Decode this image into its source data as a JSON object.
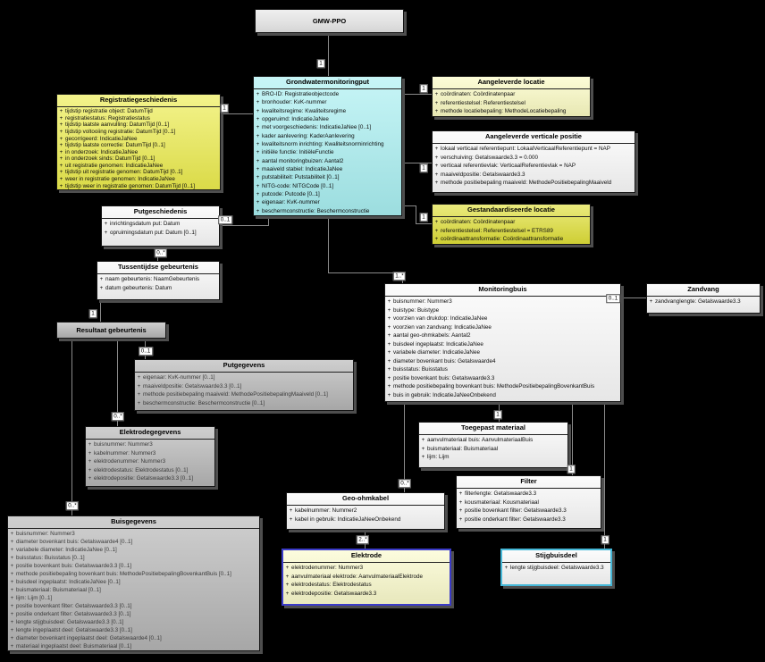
{
  "diagram": {
    "title": "GMW-PPO",
    "background": "#000000"
  },
  "notation": {
    "public_symbol": "+"
  },
  "colors": {
    "yellow_strong": "#EDED4E",
    "yellow_olive": "#E0E038",
    "yellow_pale": "#FBFBC2",
    "cyan": "#A9F0F2",
    "white_box": "#FAFAFA",
    "gray_box": "#B5B5B5",
    "elektrode_border": "#3B3BC8",
    "stijgbuisdeel_border": "#46B8D8"
  },
  "classes": [
    {
      "id": "gmw_ppo",
      "name": "GMW-PPO",
      "fill": "#E8E8E8",
      "attributes": []
    },
    {
      "id": "registratiegeschiedenis",
      "name": "Registratiegeschiedenis",
      "fill": "#EDED4E",
      "attributes": [
        "tijdstip registratie object: DatumTijd",
        "registratiestatus: Registratiestatus",
        "tijdstip laatste aanvulling: DatumTijd [0..1]",
        "tijdstip voltooiing registratie: DatumTijd [0..1]",
        "gecorrigeerd: IndicatieJaNee",
        "tijdstip laatste correctie: DatumTijd [0..1]",
        "in onderzoek: IndicatieJaNee",
        "in onderzoek sinds: DatumTijd [0..1]",
        "uit registratie genomen: IndicatieJaNee",
        "tijdstip uit registratie genomen: DatumTijd [0..1]",
        "weer in registratie genomen: IndicatieJaNee",
        "tijdstip weer in registratie genomen: DatumTijd [0..1]"
      ]
    },
    {
      "id": "grondwatermonitoringput",
      "name": "Grondwatermonitoringput",
      "fill": "#A9F0F2",
      "attributes": [
        "BRO-ID: Registratieobjectcode",
        "bronhouder: KvK-nummer",
        "kwaliteitsregime: Kwaliteitsregime",
        "opgeruimd: IndicatieJaNee",
        "met voorgeschiedenis: IndicatieJaNee [0..1]",
        "kader aanlevering: KaderAanlevering",
        "kwaliteitsnorm inrichting: Kwaliteitsnorminrichting",
        "initiële functie: InitiëleFunctie",
        "aantal monitoringbuizen: Aantal2",
        "maaiveld stabiel: IndicatieJaNee",
        "putstabiliteit: Putstabiliteit [0..1]",
        "NITG-code: NITGCode [0..1]",
        "putcode: Putcode [0..1]",
        "eigenaar: KvK-nummer",
        "beschermconstructie: Beschermconstructie"
      ]
    },
    {
      "id": "aangeleverde_locatie",
      "name": "Aangeleverde locatie",
      "fill": "#FBFBC2",
      "attributes": [
        "coördinaten: Coördinatenpaar",
        "referentiestelsel: Referentiestelsel",
        "methode locatiebepaling: MethodeLocatiebepaling"
      ]
    },
    {
      "id": "aangeleverde_verticale_positie",
      "name": "Aangeleverde verticale positie",
      "fill": "#FAFAFA",
      "attributes": [
        "lokaal verticaal referentiepunt: LokaalVerticaalReferentiepunt = NAP",
        "verschuiving: Getalswaarde3.3 = 0.000",
        "verticaal referentievlak: VerticaalReferentievlak = NAP",
        "maaiveldpositie: Getalswaarde3.3",
        "methode positiebepaling maaiveld: MethodePositiebepalingMaaiveld"
      ]
    },
    {
      "id": "gestandaardiseerde_locatie",
      "name": "Gestandaardiseerde locatie",
      "fill": "#E0E038",
      "attributes": [
        "coördinaten: Coördinatenpaar",
        "referentiestelsel: Referentiestelsel = ETRS89",
        "coördinaattransformatie: Coördinaattransformatie"
      ]
    },
    {
      "id": "putgeschiedenis",
      "name": "Putgeschiedenis",
      "fill": "#FAFAFA",
      "attributes": [
        "inrichtingsdatum put: Datum",
        "opruimingsdatum put: Datum [0..1]"
      ]
    },
    {
      "id": "tussentijdse_gebeurtenis",
      "name": "Tussentijdse gebeurtenis",
      "fill": "#FAFAFA",
      "attributes": [
        "naam gebeurtenis: NaamGebeurtenis",
        "datum gebeurtenis: Datum"
      ]
    },
    {
      "id": "resultaat_gebeurtenis",
      "name": "Resultaat gebeurtenis",
      "fill": "#B5B5B5",
      "attributes": []
    },
    {
      "id": "putgegevens",
      "name": "Putgegevens",
      "fill": "#B5B5B5",
      "text": "#3A3A3A",
      "attributes": [
        "eigenaar: KvK-nummer [0..1]",
        "maaiveldpositie: Getalswaarde3.3 [0..1]",
        "methode positiebepaling maaiveld: MethodePositiebepalingMaaiveld [0..1]",
        "beschermconstructie: Beschermconstructie [0..1]"
      ]
    },
    {
      "id": "elektrodegegevens",
      "name": "Elektrodegegevens",
      "fill": "#B5B5B5",
      "text": "#3A3A3A",
      "attributes": [
        "buisnummer: Nummer3",
        "kabelnummer: Nummer3",
        "elektrodenummer: Nummer3",
        "elektrodestatus: Elektrodestatus [0..1]",
        "elektrodepositie: Getalswaarde3.3 [0..1]"
      ]
    },
    {
      "id": "buisgegevens",
      "name": "Buisgegevens",
      "fill": "#B5B5B5",
      "text": "#3A3A3A",
      "attributes": [
        "buisnummer: Nummer3",
        "diameter bovenkant buis: Getalswaarde4 [0..1]",
        "variabele diameter: IndicatieJaNee [0..1]",
        "buisstatus: Buisstatus [0..1]",
        "positie bovenkant buis: Getalswaarde3.3 [0..1]",
        "methode positiebepaling bovenkant buis: MethodePositiebepalingBovenkantBuis [0..1]",
        "buisdeel ingeplaatst: IndicatieJaNee [0..1]",
        "buismateriaal: Buismateriaal [0..1]",
        "lijm: Lijm [0..1]",
        "positie bovenkant filter: Getalswaarde3.3 [0..1]",
        "positie onderkant filter: Getalswaarde3.3 [0..1]",
        "lengte stijgbuisdeel: Getalswaarde3.3 [0..1]",
        "lengte ingeplaatst deel: Getalswaarde3.3 [0..1]",
        "diameter bovenkant ingeplaatst deel: Getalswaarde4 [0..1]",
        "materiaal ingeplaatst deel: Buismateriaal [0..1]"
      ]
    },
    {
      "id": "monitoringbuis",
      "name": "Monitoringbuis",
      "fill": "#FAFAFA",
      "attributes": [
        "buisnummer: Nummer3",
        "buistype: Buistype",
        "voorzien van drukdop: IndicatieJaNee",
        "voorzien van zandvang: IndicatieJaNee",
        "aantal geo-ohmkabels: Aantal2",
        "buisdeel ingeplaatst: IndicatieJaNee",
        "variabele diameter: IndicatieJaNee",
        "diameter bovenkant buis: Getalswaarde4",
        "buisstatus: Buisstatus",
        "positie bovenkant buis: Getalswaarde3.3",
        "methode positiebepaling bovenkant buis: MethodePositiebepalingBovenkantBuis",
        "buis in gebruik: IndicatieJaNeeOnbekend"
      ]
    },
    {
      "id": "zandvang",
      "name": "Zandvang",
      "fill": "#FAFAFA",
      "attributes": [
        "zandvanglengte: Getalswaarde3.3"
      ]
    },
    {
      "id": "toegepast_materiaal",
      "name": "Toegepast materiaal",
      "fill": "#FAFAFA",
      "attributes": [
        "aanvulmateriaal buis: AanvulmateriaalBuis",
        "buismateriaal: Buismateriaal",
        "lijm: Lijm"
      ]
    },
    {
      "id": "geo_ohmkabel",
      "name": "Geo-ohmkabel",
      "fill": "#FAFAFA",
      "attributes": [
        "kabelnummer: Nummer2",
        "kabel in gebruik: IndicatieJaNeeOnbekend"
      ]
    },
    {
      "id": "filter",
      "name": "Filter",
      "fill": "#FAFAFA",
      "attributes": [
        "filterlengte: Getalswaarde3.3",
        "kousmateriaal: Kousmateriaal",
        "positie bovenkant filter: Getalswaarde3.3",
        "positie onderkant filter: Getalswaarde3.3"
      ]
    },
    {
      "id": "elektrode",
      "name": "Elektrode",
      "fill": "#FBFBCC",
      "border": "#3B3BC8",
      "border_width": 2,
      "attributes": [
        "elektrodenummer: Nummer3",
        "aanvulmateriaal elektrode: AanvulmateriaalElektrode",
        "elektrodestatus: Elektrodestatus",
        "elektrodepositie: Getalswaarde3.3"
      ]
    },
    {
      "id": "stijgbuisdeel",
      "name": "Stijgbuisdeel",
      "fill": "#FAFAFA",
      "border": "#46B8D8",
      "border_width": 2,
      "attributes": [
        "lengte stijgbuisdeel: Getalswaarde3.3"
      ]
    }
  ],
  "multiplicities": [
    {
      "id": "m_grondwatermonitoringput",
      "label": "1"
    },
    {
      "id": "m_registratiegeschiedenis",
      "label": "1"
    },
    {
      "id": "m_putgeschiedenis",
      "label": "0..1"
    },
    {
      "id": "m_tussentijdse_gebeurtenis",
      "label": "0..*"
    },
    {
      "id": "m_resultaat_gebeurtenis",
      "label": "1"
    },
    {
      "id": "m_putgegevens",
      "label": "0..1"
    },
    {
      "id": "m_elektrodegegevens",
      "label": "0..*"
    },
    {
      "id": "m_buisgegevens",
      "label": "0..*"
    },
    {
      "id": "m_aangeleverde_locatie",
      "label": "1"
    },
    {
      "id": "m_aangeleverde_verticale_positie",
      "label": "1"
    },
    {
      "id": "m_gestandaardiseerde_locatie",
      "label": "1"
    },
    {
      "id": "m_monitoringbuis",
      "label": "1..*"
    },
    {
      "id": "m_zandvang",
      "label": "0..1"
    },
    {
      "id": "m_toegepast_materiaal",
      "label": "1"
    },
    {
      "id": "m_geo_ohmkabel",
      "label": "0..*"
    },
    {
      "id": "m_filter",
      "label": "1"
    },
    {
      "id": "m_elektrode",
      "label": "2..*"
    },
    {
      "id": "m_stijgbuisdeel",
      "label": "1"
    }
  ]
}
